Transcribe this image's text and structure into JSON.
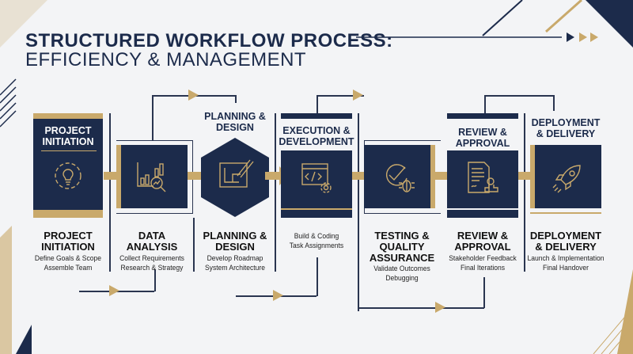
{
  "title": {
    "line1": "STRUCTURED WORKFLOW PROCESS:",
    "line2": "EFFICIENCY & MANAGEMENT"
  },
  "colors": {
    "navy": "#1c2b4b",
    "gold": "#c9a96b",
    "background": "#f3f4f6"
  },
  "steps": [
    {
      "head": "PROJECT INITIATION",
      "name": "PROJECT INITIATION",
      "desc1": "Define Goals & Scope",
      "desc2": "Assemble Team",
      "icon": "lightbulb-gear-icon"
    },
    {
      "head": "",
      "name": "DATA ANALYSIS",
      "desc1": "Collect Requirements",
      "desc2": "Research & Strategy",
      "icon": "chart-magnifier-icon"
    },
    {
      "head": "PLANNING & DESIGN",
      "name": "PLANNING & DESIGN",
      "desc1": "Develop Roadmap",
      "desc2": "System Architecture",
      "icon": "blueprint-pencil-icon"
    },
    {
      "head": "EXECUTION & DEVELOPMENT",
      "name": "",
      "desc1": "Build & Coding",
      "desc2": "Task Assignments",
      "icon": "code-gear-icon"
    },
    {
      "head": "",
      "name": "TESTING & QUALITY ASSURANCE",
      "desc1": "Validate Outcomes",
      "desc2": "Debugging",
      "icon": "check-bug-icon"
    },
    {
      "head": "REVIEW & APPROVAL",
      "name": "REVIEW & APPROVAL",
      "desc1": "Stakeholder Feedback",
      "desc2": "Final Iterations",
      "icon": "document-stamp-icon"
    },
    {
      "head": "DEPLOYMENT & DELIVERY",
      "name": "DEPLOYMENT & DELIVERY",
      "desc1": "Launch & Implementation",
      "desc2": "Final Handover",
      "icon": "rocket-icon"
    }
  ]
}
